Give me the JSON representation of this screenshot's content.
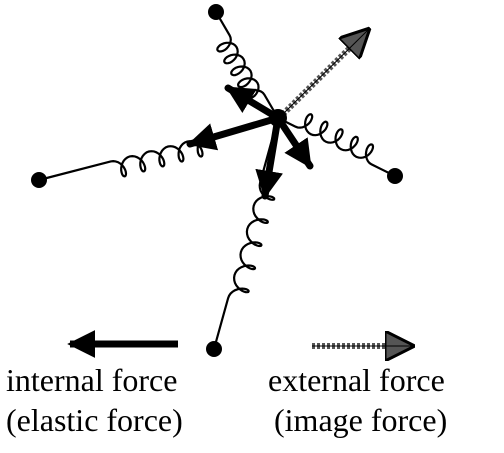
{
  "figure": {
    "legend": {
      "internal": {
        "line1": "internal force",
        "line2": "(elastic force)",
        "arrow_style": "solid"
      },
      "external": {
        "line1": "external force",
        "line2": "(image force)",
        "arrow_style": "textured-gray"
      }
    },
    "colors": {
      "ink": "#000000",
      "external_arrow": "#555555",
      "background": "#ffffff"
    },
    "nodes": [
      "center-node",
      "top-node",
      "left-node",
      "right-node",
      "bottom-node"
    ]
  }
}
